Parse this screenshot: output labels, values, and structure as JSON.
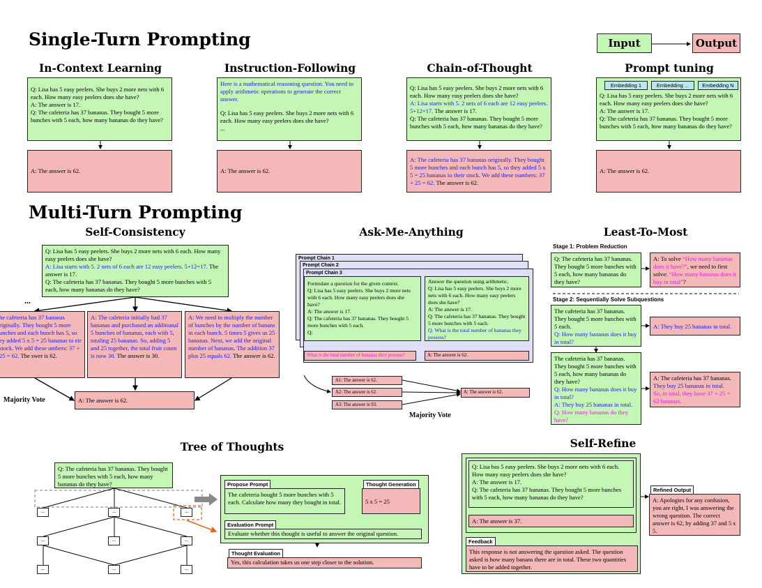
{
  "headings": {
    "single_turn": "Single-Turn Prompting",
    "multi_turn": "Multi-Turn Prompting"
  },
  "legend": {
    "input": "Input",
    "output": "Output"
  },
  "icl": {
    "title": "In-Context Learning",
    "input_lines": [
      "Q: Lisa has 5 easy peelers. She buys 2 more nets with 6 each. How many easy peelers does she have?",
      "A: The answer is 17.",
      "Q: The cafeteria has 37 bananas. They bought 5 more bunches with 5 each, how many bananas do they have?"
    ],
    "output": "A: The answer is 62."
  },
  "instruction": {
    "title": "Instruction-Following",
    "instruction": "Here is a mathematical reasoning question. You need to apply arithmetic operations to generate the correct answer.",
    "question": "Q: Lisa has 5 easy peelers. She buys 2 more nets with 6 each. How many easy peelers does she have?",
    "ellipsis": "...",
    "output": "A: The answer is 62."
  },
  "cot": {
    "title": "Chain-of-Thought",
    "q1": "Q: Lisa has 5 easy peelers. She buys 2 more nets with 6 each. How many easy peelers does she have?",
    "a1": "A: Lisa starts with 5. 2 nets of 6 each are 12 easy peelers. 5+12=17.",
    "a1_tail": "The answer is 17.",
    "q2": "Q: The cafeteria has 37 bananas. They bought 5 more bunches with 5 each, how many bananas do they have?",
    "output_reasoning": "A:  The cafeteria has 37 bananas originally.  They bought 5 more bunches and each bunch has 5, so they added 5 x 5 = 25 bananas to their stock. We add these numbers: 37 + 25 = 62.",
    "output_tail": "The answer is 62."
  },
  "prompt_tuning": {
    "title": "Prompt tuning",
    "embeddings": [
      "Embedding 1",
      "Embedding ...",
      "Embedding N"
    ],
    "input_lines": [
      "Q: Lisa has 5 easy peelers. She buys 2 more nets with 6 each. How many easy peelers does she have?",
      "A: The answer is 17.",
      "Q: The cafeteria has 37 bananas. They bought 5 more bunches with 5 each, how many bananas do they have?"
    ],
    "output": "A: The answer is 62."
  },
  "self_consistency": {
    "title": "Self-Consistency",
    "q1": "Q: Lisa has 5 easy peelers. She buys 2 more nets with 6 each. How many easy peelers does she have?",
    "a1": "A: Lisa starts with 5. 2 nets of 6 each are 12 easy peelers. 5+12=17.",
    "a1_tail": "The answer is 17.",
    "q2": "Q: The cafeteria has 37 bananas. They bought 5 more bunches with 5 each, how many bananas do they have?",
    "ellipsis": "...",
    "path1": "riginally.  They bought 5 more unches and each bunch has 5, so ey added 5 x 5 = 25 bananas to eir stock. We add these umbers: 37 + 25 = 62.",
    "path1_head": "he cafeteria has 37 bananas",
    "path1_tail": "The swer is 62.",
    "path2": "A:  The cafeteria initially had 37 bananas and purchased an additional 5 bunches of bananas, each with 5, totaling 25 bananas. So, adding 5 and 25 together, the total fruit count is now 30.",
    "path2_tail": "The answer is 30.",
    "path3": "A:  We need to multiply the number of bunches by the number of banans in each bunch. 5 times 5 gives us 25 bananas. Next, we add the original number of bananas. The addition 37 plus 25 equals 62.",
    "path3_tail": "The answer is 62.",
    "final": "A:  The answer is 62.",
    "vote_label": "Majority Vote"
  },
  "ama": {
    "title": "Ask-Me-Anything",
    "chains": [
      "Prompt Chain 1",
      "Prompt Chain 2",
      "Prompt Chain 3"
    ],
    "left_box": [
      "Formulate a question for the given context.",
      "Q: Lisa has 5 easy peelers. She buys 2 more nets with 6 each. How many easy peelers does she have?",
      "A: The answer is 17.",
      "Q: The cafeteria has 37 bananas. They bought 5 more bunches with 5 each."
    ],
    "left_box_tail": "Q:",
    "right_box": [
      "Answer the question using arithmetic.",
      "Q: Lisa has 5 easy peelers. She buys 2 more nets with 6 each. How many easy peelers does she have?",
      "A: The answer is 17.",
      "Q: The cafeteria has 37 bananas. They bought 5 more bunches with 5 each."
    ],
    "right_box_q": "Q: What is the total number of bananas they possess?",
    "left_out": "What is the total number of bananas they possess?",
    "right_out": "A: The answer is 62.",
    "answers": [
      "A1: The answer is 62.",
      "A2: The answer is 62.",
      "A3: The answer is 93."
    ],
    "final": "A: The answer is 62.",
    "vote_label": "Majority Vote"
  },
  "ltm": {
    "title": "Least-To-Most",
    "stage1": "Stage 1: Problem Reduction",
    "stage1_q": "Q: The cafeteria has 37 bananas. They bought 5 more bunches with 5 each, how many bananas do they have?",
    "stage1_a_pre": "A: To solve ",
    "stage1_a_q1": "“How many bananas does it have?”",
    "stage1_a_mid": ", we need to first solve: ",
    "stage1_a_q2": "“How many bananas does it buy in total”",
    "stage1_a_end": "?",
    "stage2": "Stage 2: Sequentially Solve Subquestions",
    "s2_ctx": "The cafeteria has 37 bananas. They bought 5 more bunches with 5 each.",
    "s2_q1": "Q: How many bananas does it buy in total?",
    "s2_a1": "A: They buy 25 bananas in total.",
    "s2b_ctx": "The cafeteria has 37 bananas. They bought 5 more bunches with 5 each, how many bananas do they have?",
    "s2b_q1": "Q: How many bananas does it buy in total?",
    "s2b_a1": "A: They buy 25 bananas in total.",
    "s2b_q2": "Q: How many bananas do they have?",
    "s2b_out_pre": "A: The cafeteria has 37 bananas.",
    "s2b_out_blue": "They buy 25 bananas in total.",
    "s2b_out_mag": "So, in total, they have 37 + 25 = 62 bananas."
  },
  "tot": {
    "title": "Tree of Thoughts",
    "root": "Q: The cafeteria has 37 bananas. They bought 5 more bunches with 5 each, how many bananas do they have?",
    "leaf": "...",
    "propose_label": "Propose Prompt",
    "propose": "The cafeteria bought 5 more bunches with 5 each. Calculate how many they bought in total.",
    "gen_label": "Thought Generation",
    "gen": "5 x 5 = 25",
    "eval_label": "Evaluation Prompt",
    "eval": "Evaluate whether this thought is useful to answer the original question.",
    "teval_label": "Thought Evaluation",
    "teval": "Yes, this calculation takes us one step closer to the solution."
  },
  "self_refine": {
    "title": "Self-Refine",
    "q1": "Q: Lisa has 5 easy peelers. She buys 2 more nets with 6 each. How many easy peelers does she have?",
    "a1": "A: The answer is 17.",
    "q2": "Q: The cafeteria has 37 bananas. They bought 5 more bunches with 5 each, how many bananas do they have?",
    "draft": "A: The answer is 37.",
    "feedback_label": "Feedback",
    "feedback": "This response is not answering the question asked. The question asked is how many banans there are in total. These two quantities have to be added together.",
    "refined_label": "Refined Output",
    "refined": "A: Apologies for any confusion, you are right, I was answering the wrong question. The correct answer is 62, by adding 37 and 5 x 5."
  },
  "colors": {
    "input_green": "#c4f7b5",
    "output_red": "#f5b8b8",
    "embedding_blue": "#b8e9f2",
    "chain_lavender": "#dfe0f8",
    "reasoning_blue": "#1a1ae6",
    "subquestion_magenta": "#d81fd8",
    "highlight_orange": "#e8641c"
  }
}
